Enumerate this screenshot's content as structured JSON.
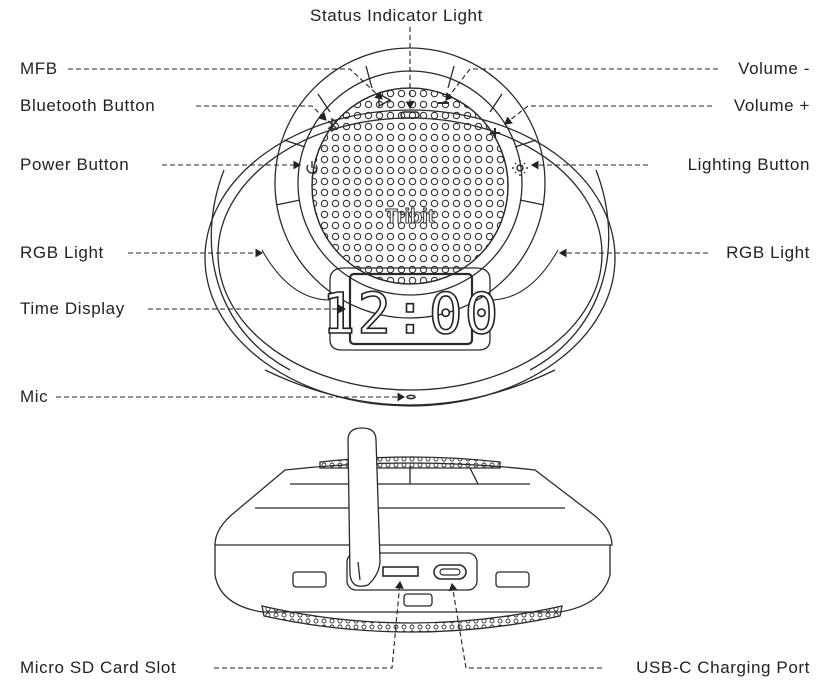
{
  "labels": {
    "status_indicator": "Status Indicator Light",
    "mfb": "MFB",
    "volume_minus": "Volume -",
    "bluetooth_button": "Bluetooth Button",
    "volume_plus": "Volume +",
    "power_button": "Power Button",
    "lighting_button": "Lighting Button",
    "rgb_light_left": "RGB Light",
    "rgb_light_right": "RGB Light",
    "time_display": "Time Display",
    "mic": "Mic",
    "micro_sd": "Micro SD Card Slot",
    "usb_c": "USB-C Charging Port"
  },
  "device": {
    "brand": "Tribit",
    "clock_digits": "12:00"
  },
  "colors": {
    "line": "#2a2a2a",
    "text": "#222222"
  }
}
